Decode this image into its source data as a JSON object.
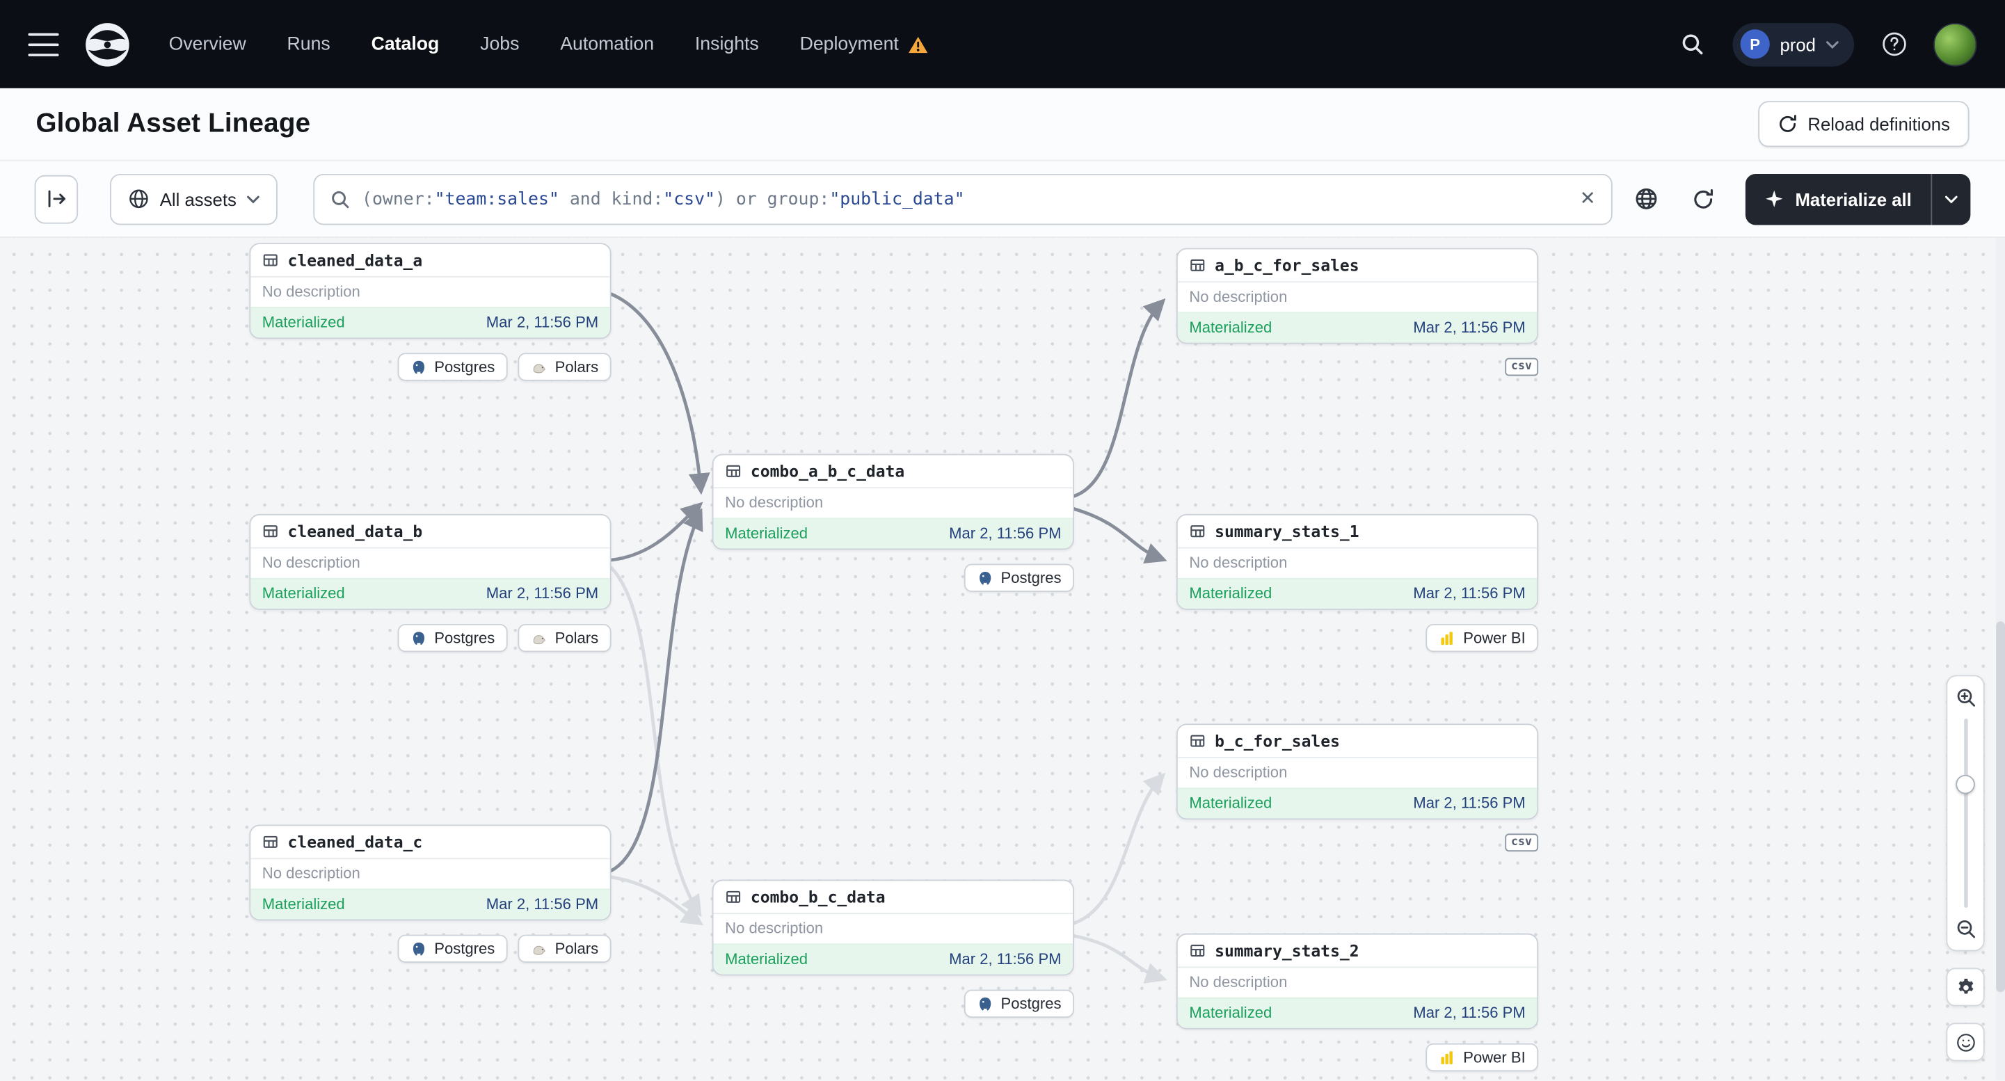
{
  "nav": {
    "items": [
      {
        "label": "Overview"
      },
      {
        "label": "Runs"
      },
      {
        "label": "Catalog",
        "active": true
      },
      {
        "label": "Jobs"
      },
      {
        "label": "Automation"
      },
      {
        "label": "Insights"
      },
      {
        "label": "Deployment",
        "warning": true
      }
    ],
    "env": {
      "initial": "P",
      "name": "prod"
    }
  },
  "header": {
    "title": "Global Asset Lineage",
    "reload_label": "Reload definitions"
  },
  "toolbar": {
    "scope_label": "All assets",
    "query_segments": [
      {
        "text": "(owner:",
        "kind": "plain"
      },
      {
        "text": "\"team:sales\"",
        "kind": "value"
      },
      {
        "text": " and kind:",
        "kind": "plain"
      },
      {
        "text": "\"csv\"",
        "kind": "value"
      },
      {
        "text": ") or group:",
        "kind": "plain"
      },
      {
        "text": "\"public_data\"",
        "kind": "value"
      }
    ],
    "materialize_label": "Materialize all"
  },
  "graph": {
    "nodes": [
      {
        "name": "cleaned_data_a",
        "description": "No description",
        "status": "Materialized",
        "timestamp": "Mar 2, 11:56 PM",
        "tags": [
          {
            "label": "Postgres"
          },
          {
            "label": "Polars"
          }
        ]
      },
      {
        "name": "cleaned_data_b",
        "description": "No description",
        "status": "Materialized",
        "timestamp": "Mar 2, 11:56 PM",
        "tags": [
          {
            "label": "Postgres"
          },
          {
            "label": "Polars"
          }
        ]
      },
      {
        "name": "cleaned_data_c",
        "description": "No description",
        "status": "Materialized",
        "timestamp": "Mar 2, 11:56 PM",
        "tags": [
          {
            "label": "Postgres"
          },
          {
            "label": "Polars"
          }
        ]
      },
      {
        "name": "combo_a_b_c_data",
        "description": "No description",
        "status": "Materialized",
        "timestamp": "Mar 2, 11:56 PM",
        "tags": [
          {
            "label": "Postgres"
          }
        ]
      },
      {
        "name": "combo_b_c_data",
        "description": "No description",
        "status": "Materialized",
        "timestamp": "Mar 2, 11:56 PM",
        "tags": [
          {
            "label": "Postgres"
          }
        ]
      },
      {
        "name": "a_b_c_for_sales",
        "description": "No description",
        "status": "Materialized",
        "timestamp": "Mar 2, 11:56 PM",
        "tags": [
          {
            "label": "csv"
          }
        ]
      },
      {
        "name": "summary_stats_1",
        "description": "No description",
        "status": "Materialized",
        "timestamp": "Mar 2, 11:56 PM",
        "tags": [
          {
            "label": "Power BI"
          }
        ]
      },
      {
        "name": "b_c_for_sales",
        "description": "No description",
        "status": "Materialized",
        "timestamp": "Mar 2, 11:56 PM",
        "tags": [
          {
            "label": "csv"
          }
        ]
      },
      {
        "name": "summary_stats_2",
        "description": "No description",
        "status": "Materialized",
        "timestamp": "Mar 2, 11:56 PM",
        "tags": [
          {
            "label": "Power BI"
          }
        ]
      }
    ]
  },
  "colors": {
    "nav_bg": "#0b0e15",
    "status_green": "#1ba05c",
    "status_bg": "#e7f6ed",
    "timestamp_blue": "#23407c",
    "query_value_blue": "#2b4a94",
    "edge_dark": "#878e9a",
    "edge_light": "#d8dbe0",
    "warning_orange": "#f5a73b",
    "materialize_bg": "#22262e"
  }
}
